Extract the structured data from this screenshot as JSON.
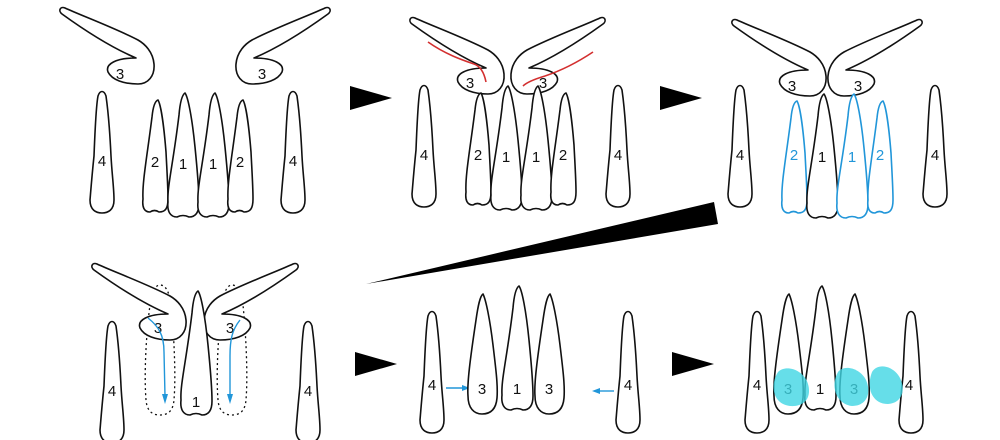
{
  "colors": {
    "outline": "#111111",
    "incision": "#d32f2f",
    "movement": "#2196d9",
    "graft": "#40d6e4",
    "arrow": "#000000"
  },
  "teeth_labels": {
    "central_incisor": "1",
    "lateral_incisor": "2",
    "canine": "3",
    "first_premolar": "4"
  }
}
